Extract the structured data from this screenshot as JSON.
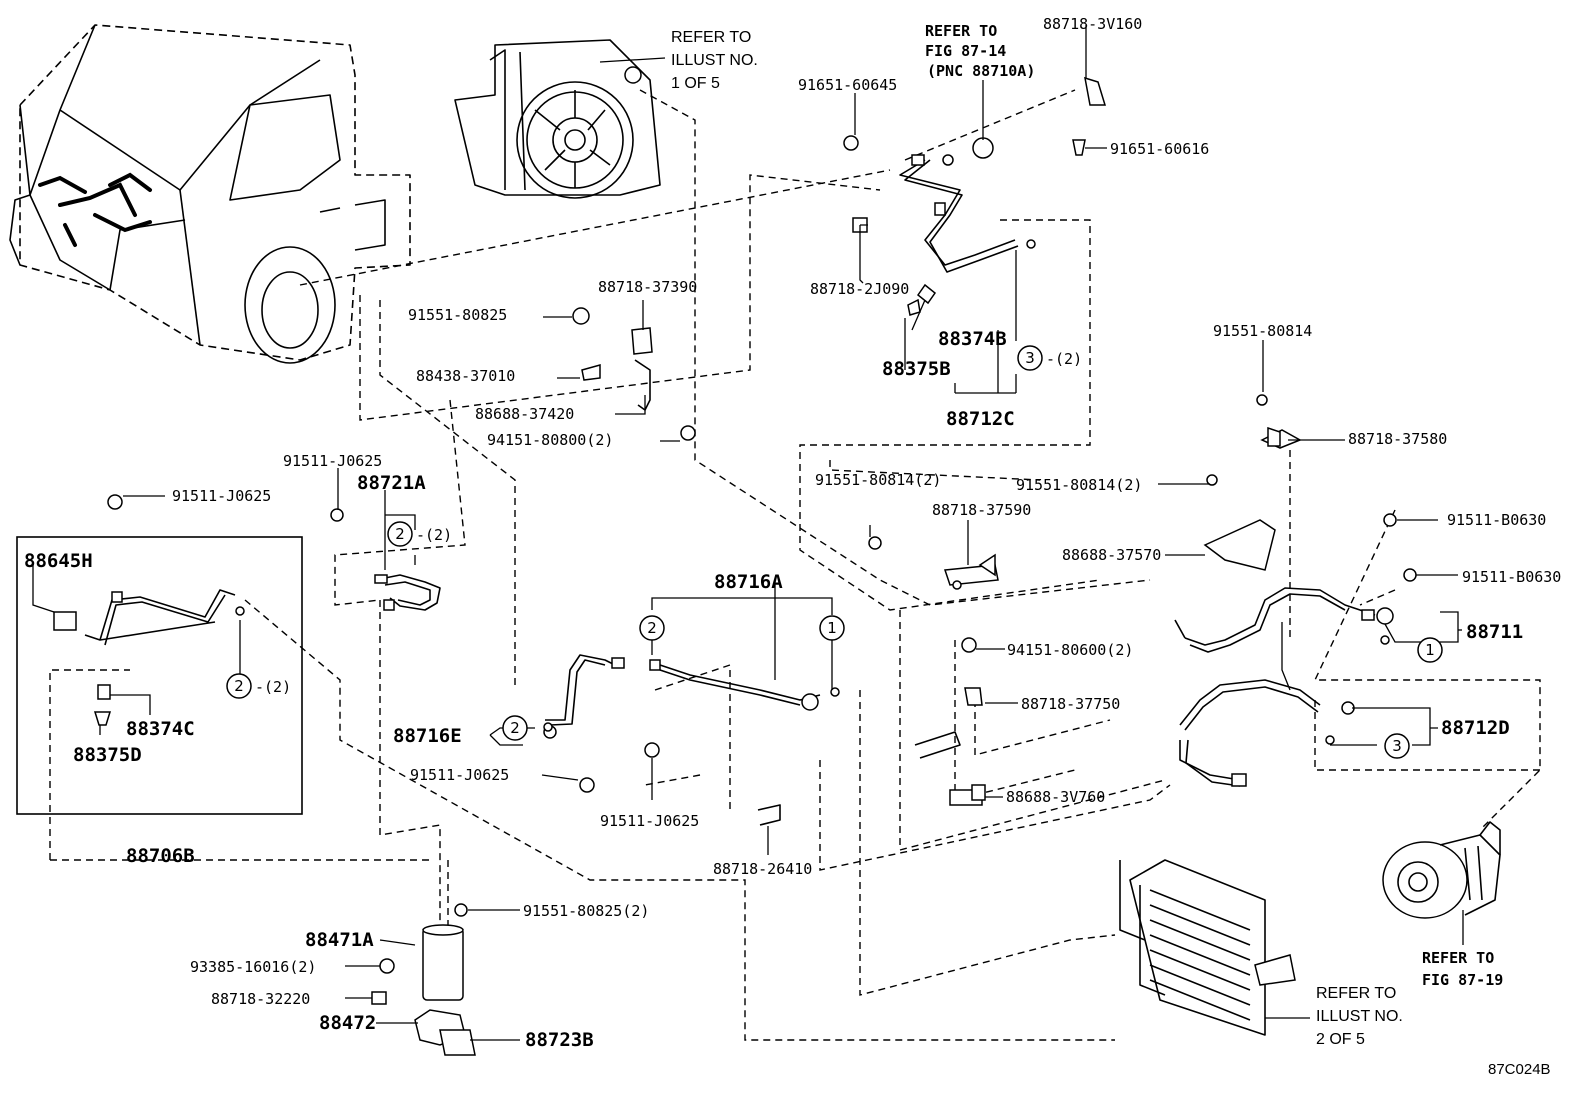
{
  "diagram": {
    "parts": {
      "p88718_3V160": "88718-3V160",
      "p91651_60645": "91651-60645",
      "p91651_60616": "91651-60616",
      "p88718_2J090": "88718-2J090",
      "p88374B": "88374B",
      "p88375B": "88375B",
      "p88712C": "88712C",
      "p3_qty2_c": "-(2)",
      "p88718_37390": "88718-37390",
      "p91551_80825": "91551-80825",
      "p88438_37010": "88438-37010",
      "p88688_37420": "88688-37420",
      "p94151_80800": "94151-80800(2)",
      "p91551_80814_top": "91551-80814",
      "p88718_37580": "88718-37580",
      "p91511_J0625_a": "91511-J0625",
      "p88721A": "88721A",
      "p2_qty2_a": "-(2)",
      "p91511_J0625_b": "91511-J0625",
      "p88645H": "88645H",
      "p2_qty2_b": "-(2)",
      "p88374C": "88374C",
      "p88375D": "88375D",
      "p88706B": "88706B",
      "p91551_80814_2a": "91551-80814(2)",
      "p91551_80814_2b": "91551-80814(2)",
      "p88718_37590": "88718-37590",
      "p88688_37570": "88688-37570",
      "p91511_B0630_a": "91511-B0630",
      "p91511_B0630_b": "91511-B0630",
      "p88711": "88711",
      "p88716A": "88716A",
      "p94151_80600": "94151-80600(2)",
      "p88718_37750": "88718-37750",
      "p88712D": "88712D",
      "p88716E": "88716E",
      "p91511_J0625_c": "91511-J0625",
      "p91511_J0625_d": "91511-J0625",
      "p88688_3V760": "88688-3V760",
      "p88718_26410": "88718-26410",
      "p91551_80825_2": "91551-80825(2)",
      "p88471A": "88471A",
      "p93385_16016": "93385-16016(2)",
      "p88718_32220": "88718-32220",
      "p88472": "88472",
      "p88723B": "88723B"
    },
    "refs": {
      "illust1_l1": "REFER TO",
      "illust1_l2": "ILLUST NO.",
      "illust1_l3": "1 OF 5",
      "fig8714_l1": "REFER TO",
      "fig8714_l2": "FIG 87-14",
      "fig8714_l3": "(PNC 88710A)",
      "illust2_l1": "REFER TO",
      "illust2_l2": "ILLUST NO.",
      "illust2_l3": "2 OF 5",
      "fig8719_l1": "REFER TO",
      "fig8719_l2": "FIG 87-19"
    },
    "circles": {
      "one": "1",
      "two": "2",
      "three": "3"
    },
    "figure_id": "87C024B"
  }
}
